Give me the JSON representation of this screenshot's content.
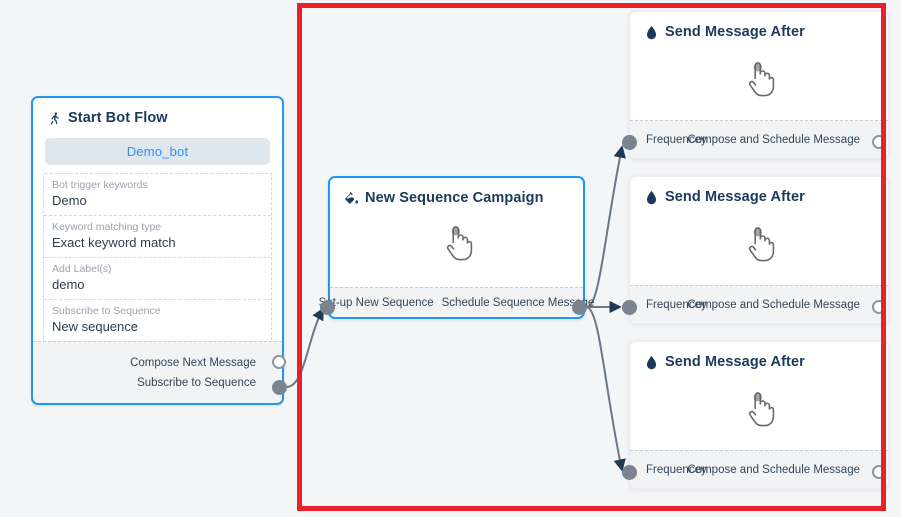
{
  "canvas": {
    "background_color": "#f4f5f7",
    "highlight_color": "#e8222a",
    "accent_color": "#2196f3",
    "port_color": "#7a8490",
    "edge_color": "#6b7785"
  },
  "nodes": {
    "start_bot_flow": {
      "title": "Start Bot Flow",
      "icon": "running-person-icon",
      "bot_name": "Demo_bot",
      "fields": [
        {
          "label": "Bot trigger keywords",
          "value": "Demo"
        },
        {
          "label": "Keyword matching type",
          "value": "Exact keyword match"
        },
        {
          "label": "Add Label(s)",
          "value": "demo"
        },
        {
          "label": "Subscribe to Sequence",
          "value": "New sequence"
        }
      ],
      "ports": [
        {
          "label": "Compose Next Message",
          "state": "hollow"
        },
        {
          "label": "Subscribe to Sequence",
          "state": "filled"
        }
      ]
    },
    "new_sequence_campaign": {
      "title": "New Sequence Campaign",
      "icon": "paint-bucket-icon",
      "cursor_icon": "pointing-hand-cursor",
      "input_port_label": "Set-up New Sequence",
      "output_port_label": "Schedule Sequence Message"
    },
    "send_message_after": [
      {
        "title": "Send Message After",
        "icon": "water-drop-icon",
        "cursor_icon": "pointing-hand-cursor",
        "input_port_label": "Frequencey",
        "output_port_label": "Compose and Schedule Message"
      },
      {
        "title": "Send Message After",
        "icon": "water-drop-icon",
        "cursor_icon": "pointing-hand-cursor",
        "input_port_label": "Frequencey",
        "output_port_label": "Compose and Schedule Message"
      },
      {
        "title": "Send Message After",
        "icon": "water-drop-icon",
        "cursor_icon": "pointing-hand-cursor",
        "input_port_label": "Frequencey",
        "output_port_label": "Compose and Schedule Message"
      }
    ]
  }
}
